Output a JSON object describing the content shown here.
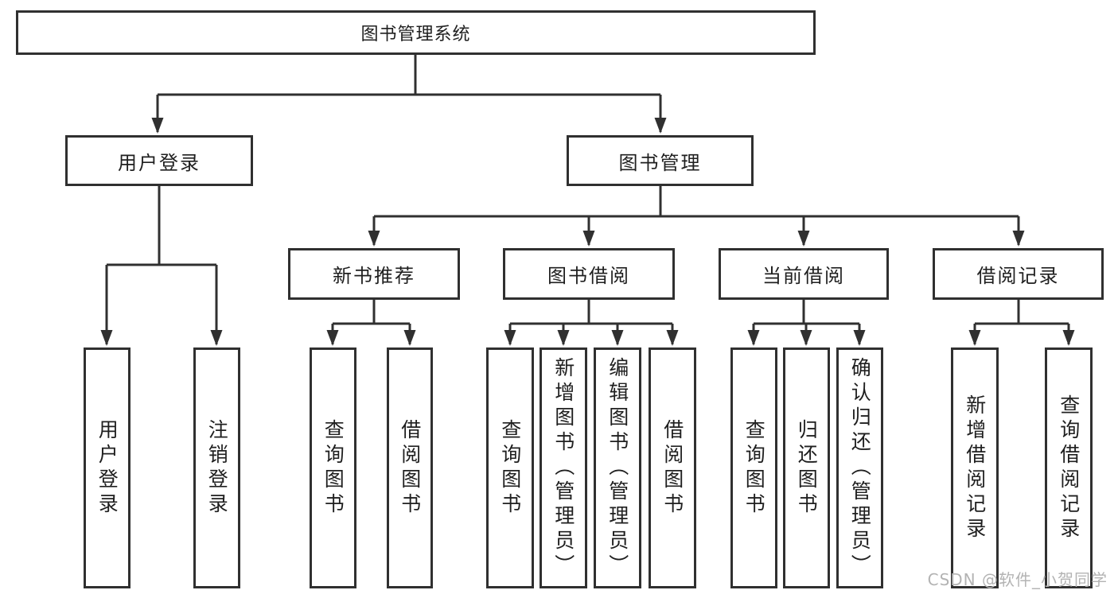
{
  "colors": {
    "line": "#303030",
    "box_border": "#303030",
    "box_fill": "#ffffff",
    "text": "#1f1f1f",
    "watermark": "#b3b3b3",
    "background": "#ffffff"
  },
  "watermark": {
    "text": "CSDN @软件_小贺同学"
  },
  "tree": {
    "root": {
      "label": "图书管理系统",
      "children": [
        {
          "label": "用户登录",
          "children": [
            {
              "label": "用户登录"
            },
            {
              "label": "注销登录"
            }
          ]
        },
        {
          "label": "图书管理",
          "children": [
            {
              "label": "新书推荐",
              "children": [
                {
                  "label": "查询图书"
                },
                {
                  "label": "借阅图书"
                }
              ]
            },
            {
              "label": "图书借阅",
              "children": [
                {
                  "label": "查询图书"
                },
                {
                  "label": "新增图书（管理员）"
                },
                {
                  "label": "编辑图书（管理员）"
                },
                {
                  "label": "借阅图书"
                }
              ]
            },
            {
              "label": "当前借阅",
              "children": [
                {
                  "label": "查询图书"
                },
                {
                  "label": "归还图书"
                },
                {
                  "label": "确认归还（管理员）"
                }
              ]
            },
            {
              "label": "借阅记录",
              "children": [
                {
                  "label": "新增借阅记录"
                },
                {
                  "label": "查询借阅记录"
                }
              ]
            }
          ]
        }
      ]
    }
  }
}
